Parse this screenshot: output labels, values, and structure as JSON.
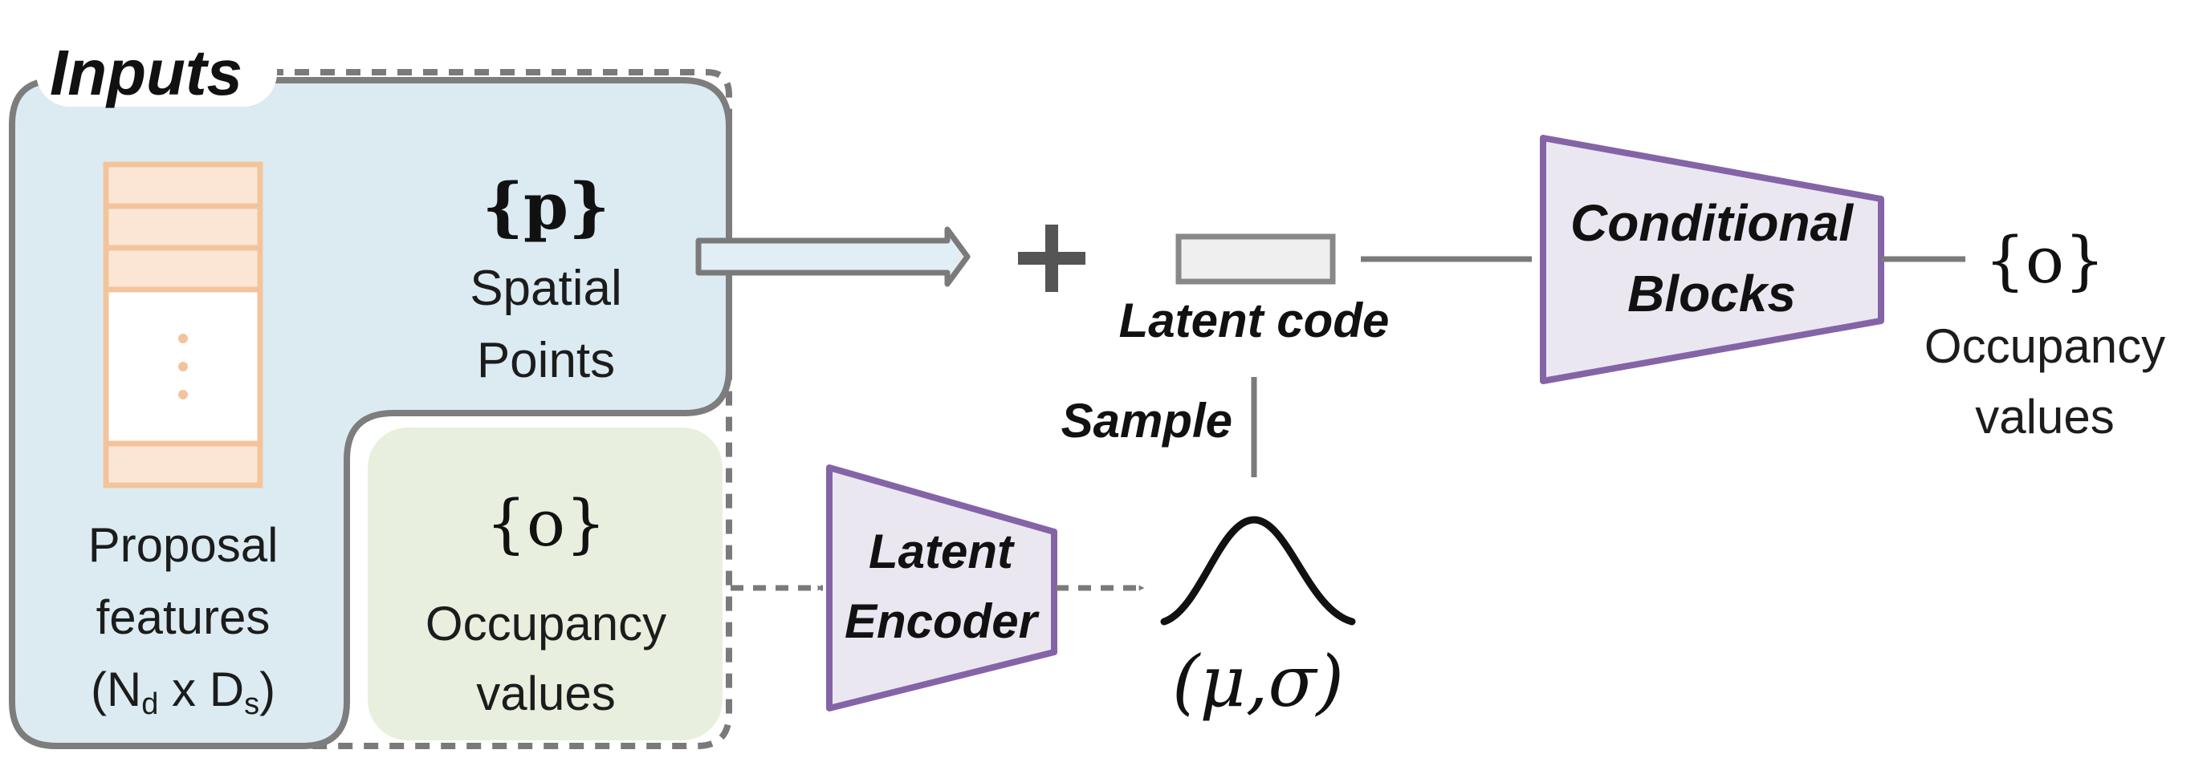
{
  "inputs_label": "Inputs",
  "spatial_points": {
    "symbol": "{p}",
    "line1": "Spatial",
    "line2": "Points"
  },
  "proposal_features": {
    "line1": "Proposal",
    "line2": "features",
    "line3": "(Nd x Ds)"
  },
  "occupancy_input": {
    "symbol": "{o}",
    "line1": "Occupancy",
    "line2": "values"
  },
  "plus_sign": "+",
  "latent_code_label": "Latent code",
  "sample_label": "Sample",
  "latent_encoder": {
    "line1": "Latent",
    "line2": "Encoder"
  },
  "distribution_label": "(μ,σ)",
  "conditional_blocks": {
    "line1": "Conditional",
    "line2": "Blocks"
  },
  "occupancy_output": {
    "symbol": "{o}",
    "line1": "Occupancy",
    "line2": "values"
  },
  "colors": {
    "inputs_fill": "#dcebf2",
    "occupancy_fill": "#e9efdf",
    "feature_stripe": "#fbe6d6",
    "feature_border": "#f3c49c",
    "block_fill": "#ebe7f1",
    "block_border": "#8464a6",
    "connector": "#7a7a7a",
    "text": "#111111"
  }
}
